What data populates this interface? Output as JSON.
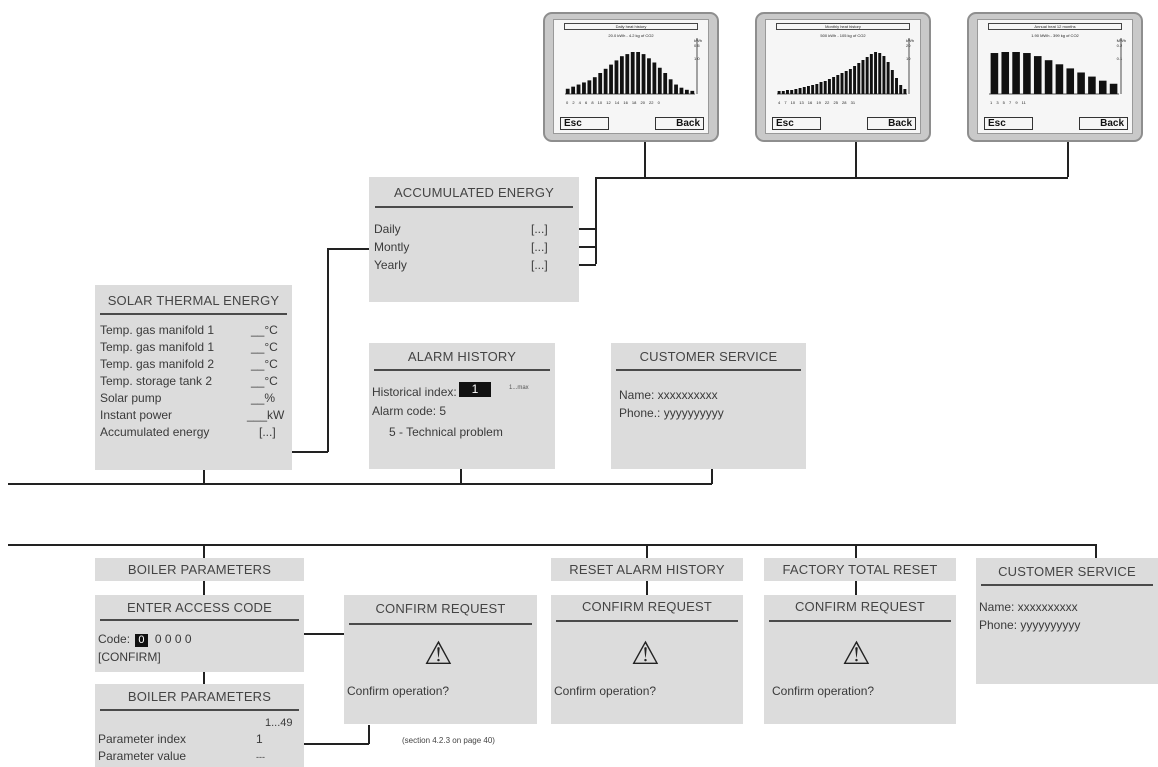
{
  "screens": [
    {
      "header": "Daily heat history",
      "subtitle": "20.0 kWh - 4.2 kg of CO2",
      "unit": "kWh",
      "ticks": [
        "0.5",
        "1.0"
      ],
      "x_ticks": "0 2 4 6 8 10 12 14 16 18 20 22 0",
      "values": [
        5,
        7,
        9,
        11,
        13,
        16,
        20,
        24,
        28,
        32,
        36,
        38,
        40,
        40,
        38,
        34,
        30,
        25,
        20,
        14,
        9,
        6,
        4,
        3
      ],
      "esc": "Esc",
      "back": "Back"
    },
    {
      "header": "Monthly heat history",
      "subtitle": "500 kWh - 105 kg of CO2",
      "unit": "kWh",
      "ticks": [
        "20",
        "10"
      ],
      "x_ticks": "4 7 10 13 16 19 22 25 28 31",
      "values": [
        3,
        3,
        4,
        4,
        5,
        6,
        7,
        8,
        9,
        10,
        12,
        13,
        15,
        17,
        19,
        21,
        23,
        25,
        28,
        31,
        34,
        37,
        40,
        42,
        41,
        38,
        32,
        24,
        16,
        9,
        5
      ],
      "esc": "Esc",
      "back": "Back"
    },
    {
      "header": "Annual heat 12 months",
      "subtitle": "1.90 MWh - 399 kg of CO2",
      "unit": "MWh",
      "ticks": [
        "0.2",
        "0.1"
      ],
      "x_ticks": "1 3 5 7 9 11",
      "values": [
        40,
        41,
        41,
        40,
        37,
        33,
        29,
        25,
        21,
        17,
        13,
        10
      ],
      "esc": "Esc",
      "back": "Back"
    }
  ],
  "accumulated": {
    "title": "ACCUMULATED ENERGY",
    "rows": [
      {
        "label": "Daily",
        "value": "[...]"
      },
      {
        "label": "Montly",
        "value": "[...]"
      },
      {
        "label": "Yearly",
        "value": "[...]"
      }
    ]
  },
  "solar": {
    "title": "SOLAR THERMAL ENERGY",
    "rows": [
      {
        "label": "Temp. gas manifold 1",
        "value": "__°C"
      },
      {
        "label": "Temp. gas manifold 1",
        "value": "__°C"
      },
      {
        "label": "Temp. gas manifold 2",
        "value": "__°C"
      },
      {
        "label": "Temp. storage tank 2",
        "value": "__°C"
      },
      {
        "label": "Solar pump",
        "value": "__%"
      },
      {
        "label": "Instant power",
        "value": "___kW"
      },
      {
        "label": "Accumulated energy",
        "value": "[...]"
      }
    ]
  },
  "alarm": {
    "title": "ALARM HISTORY",
    "index_label": "Historical index:",
    "index_value": "1",
    "index_range": "1...max",
    "code_label": "Alarm code:",
    "code_value": "5",
    "problem": "5 - Technical problem"
  },
  "customer_top": {
    "title": "CUSTOMER SERVICE",
    "name": "Name: xxxxxxxxxx",
    "phone": "Phone.: yyyyyyyyyy"
  },
  "boiler_top": {
    "title": "BOILER PARAMETERS"
  },
  "access": {
    "title": "ENTER ACCESS CODE",
    "code_label": "Code:",
    "first_digit": "0",
    "digits": "0 0 0 0",
    "confirm": "[CONFIRM]"
  },
  "boiler_params": {
    "title": "BOILER PARAMETERS",
    "range": "1...49",
    "index_label": "Parameter index",
    "index_value": "1",
    "value_label": "Parameter value",
    "value_value": "---"
  },
  "confirm_1": {
    "title": "CONFIRM REQUEST",
    "icon": "warning-icon",
    "text": "Confirm operation?"
  },
  "section_note": "(section 4.2.3 on page 40)",
  "reset_alarm": {
    "title": "RESET ALARM HISTORY"
  },
  "confirm_2": {
    "title": "CONFIRM REQUEST",
    "icon": "warning-icon",
    "text": "Confirm operation?"
  },
  "factory_reset": {
    "title": "FACTORY TOTAL RESET"
  },
  "confirm_3": {
    "title": "CONFIRM REQUEST",
    "icon": "warning-icon",
    "text": "Confirm operation?"
  },
  "customer_bottom": {
    "title": "CUSTOMER SERVICE",
    "name": "Name: xxxxxxxxxx",
    "phone": "Phone: yyyyyyyyyy"
  }
}
